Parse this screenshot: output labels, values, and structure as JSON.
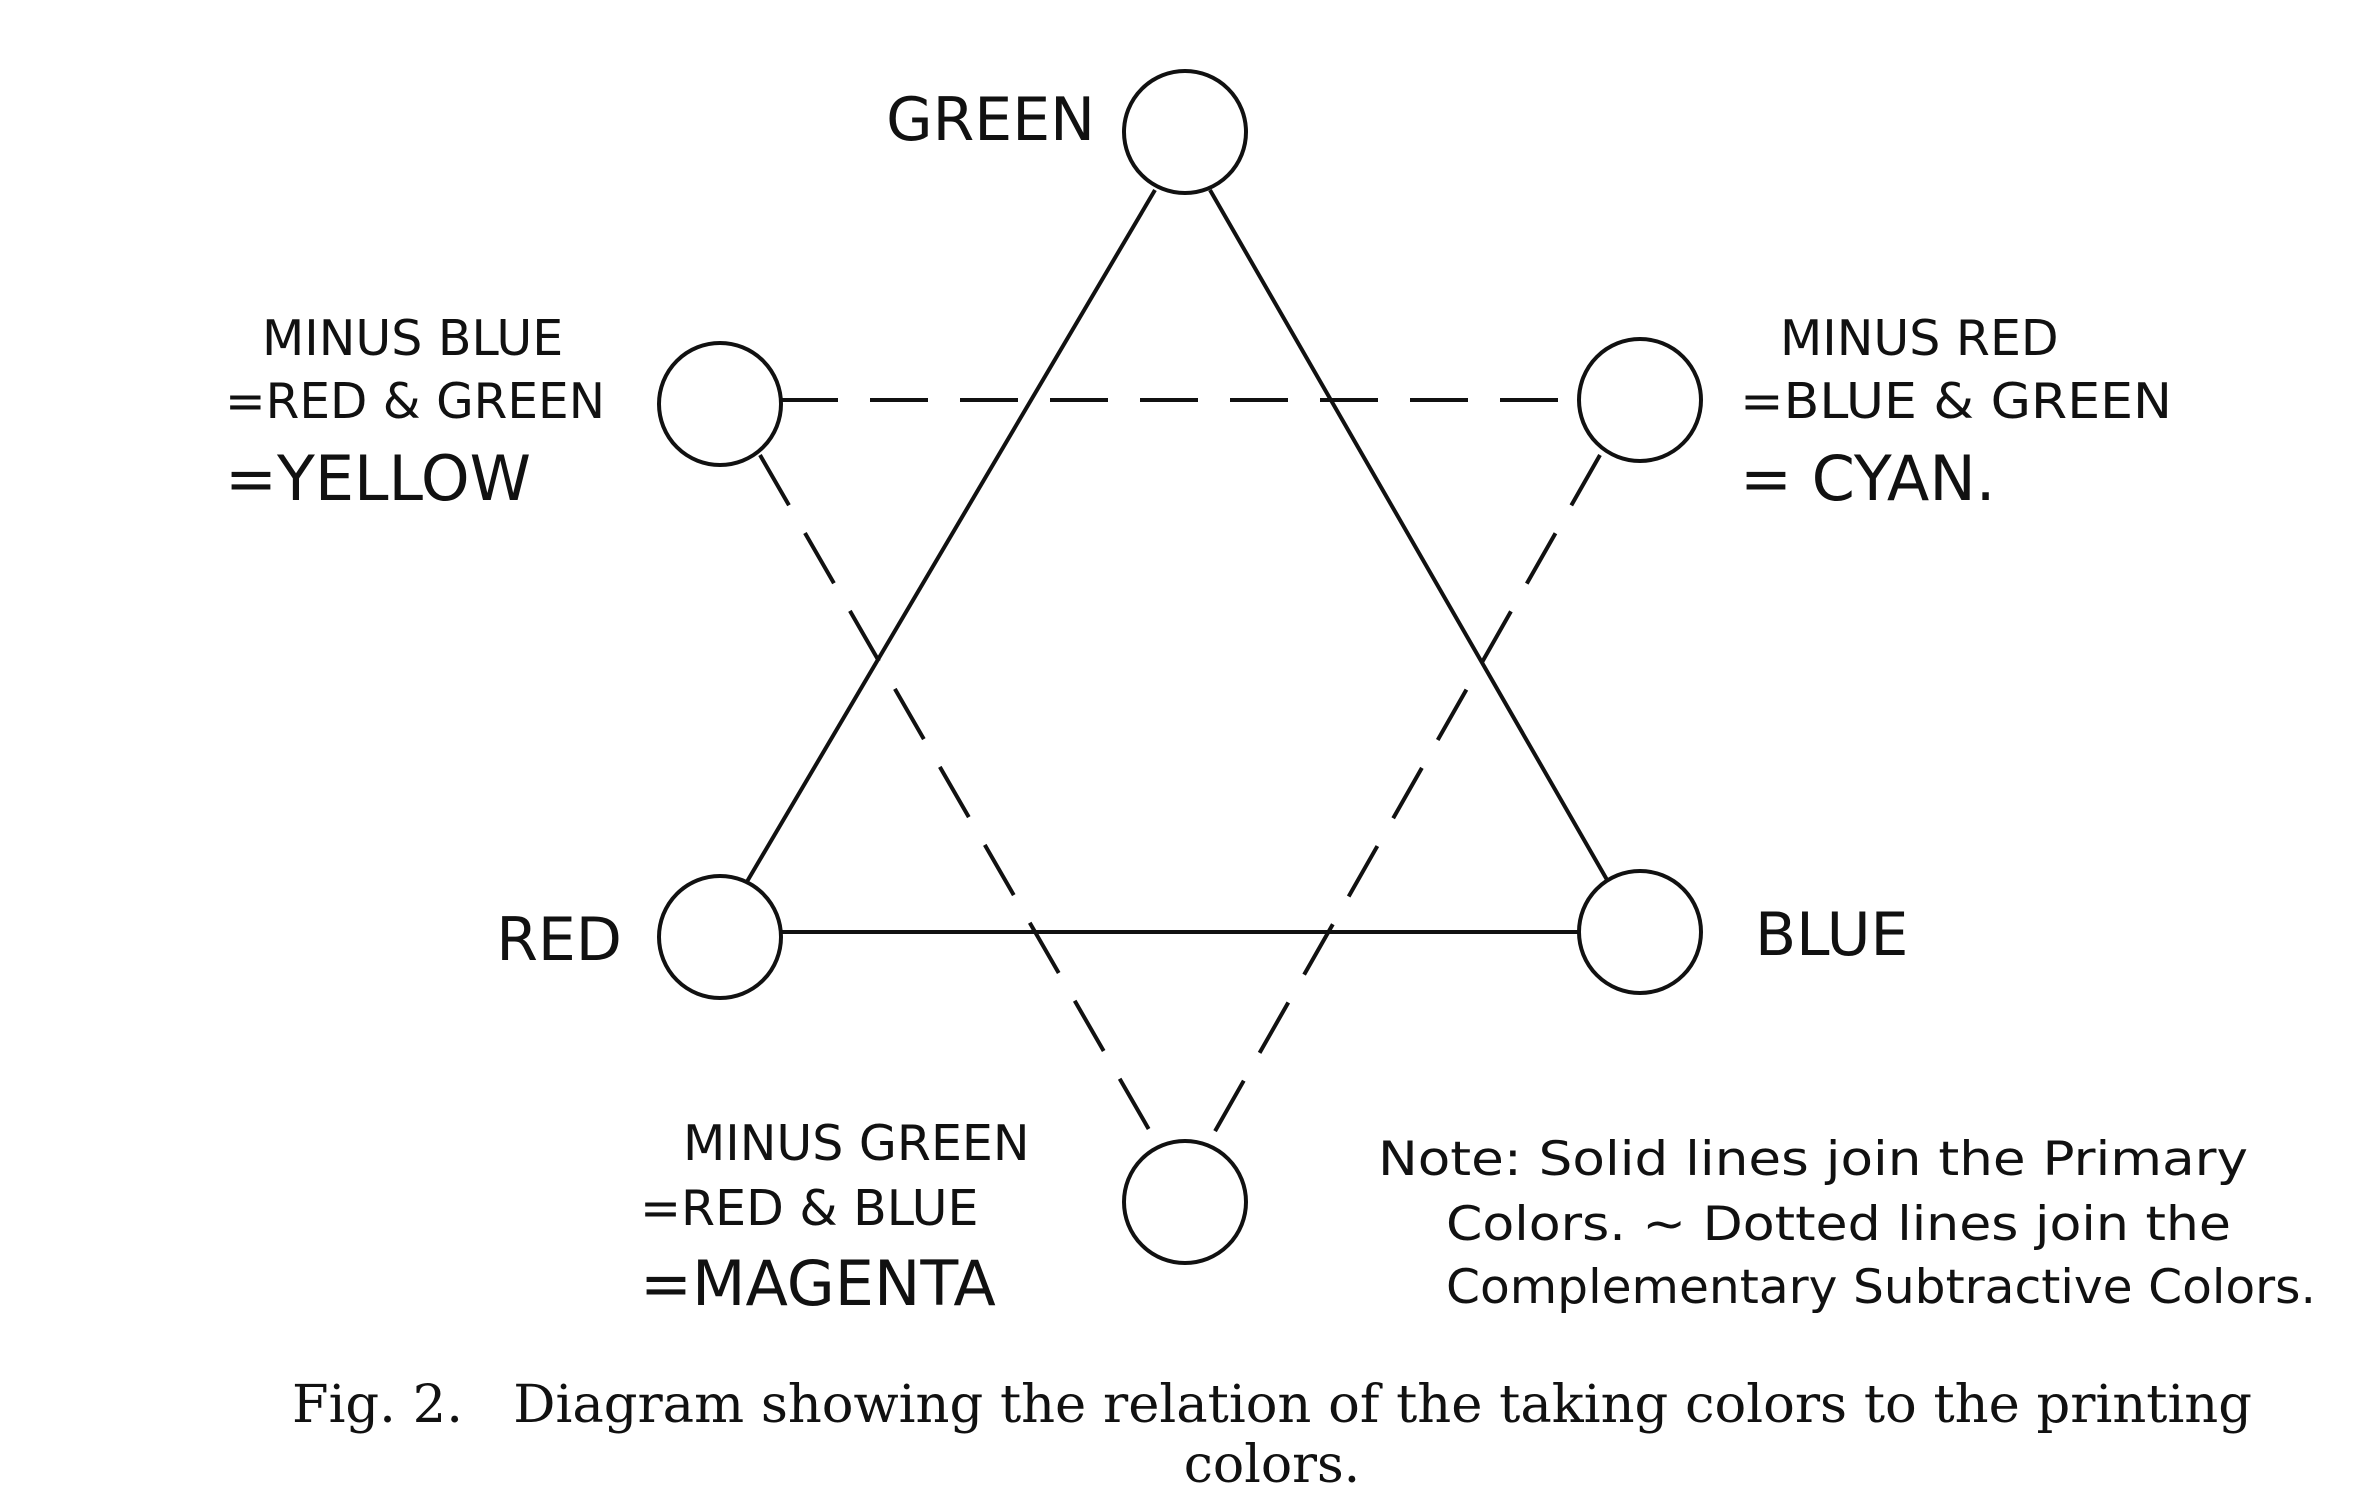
{
  "nodes": {
    "green": {
      "label": "GREEN"
    },
    "red": {
      "label": "RED"
    },
    "blue": {
      "label": "BLUE"
    },
    "yellow": {
      "lines": [
        "MINUS BLUE",
        "=RED & GREEN",
        "=YELLOW"
      ]
    },
    "cyan": {
      "lines": [
        "MINUS RED",
        "=BLUE & GREEN",
        "= CYAN."
      ]
    },
    "magenta": {
      "lines": [
        "MINUS GREEN",
        "=RED & BLUE",
        "=MAGENTA"
      ]
    }
  },
  "note": {
    "lines": [
      "Note: Solid lines join the Primary",
      "Colors. ~ Dotted lines join the",
      "Complementary Subtractive Colors."
    ]
  },
  "caption": {
    "line1": "Fig. 2.   Diagram showing the relation of the taking colors to the printing",
    "line2": "colors."
  }
}
